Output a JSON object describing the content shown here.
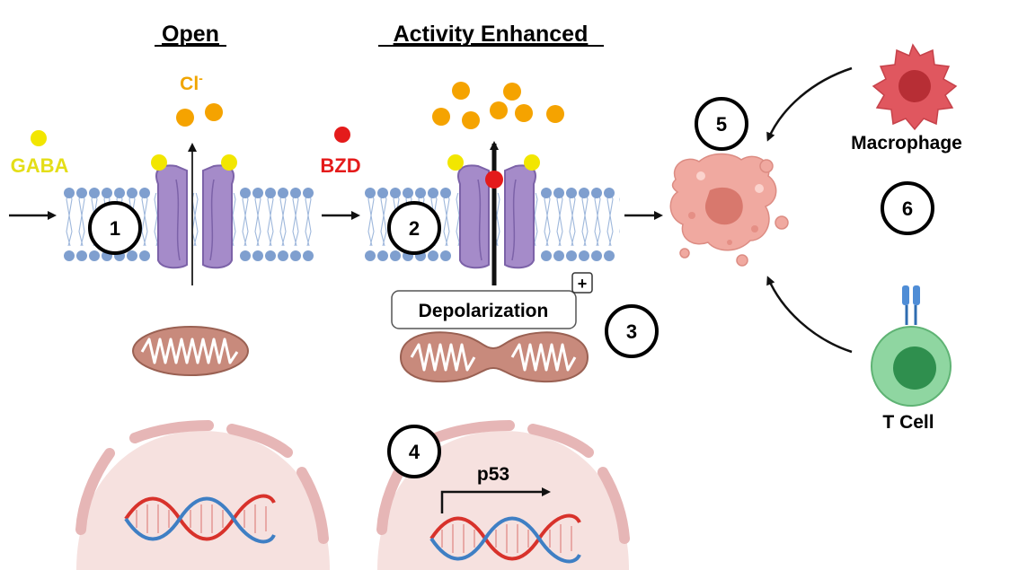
{
  "headings": {
    "open": "Open",
    "enhanced": "Activity Enhanced"
  },
  "ions": {
    "gaba": "GABA",
    "chloride": "Cl",
    "chloride_charge": "-",
    "bzd": "BZD"
  },
  "labels": {
    "depolarization": "Depolarization",
    "plus": "+",
    "p53": "p53",
    "macrophage": "Macrophage",
    "t_cell": "T Cell"
  },
  "steps": [
    "1",
    "2",
    "3",
    "4",
    "5",
    "6"
  ],
  "colors": {
    "gaba": "#f2e600",
    "chloride": "#f5a300",
    "bzd": "#e41b1b",
    "channel": "#a58bc9",
    "membrane": "#7f9fcf",
    "mitochondria": "#c88a7c",
    "nucleus": "#f6e1df",
    "tumor": "#f0a9a0",
    "macrophage": "#e0575f",
    "t_cell": "#7fcf8f"
  }
}
